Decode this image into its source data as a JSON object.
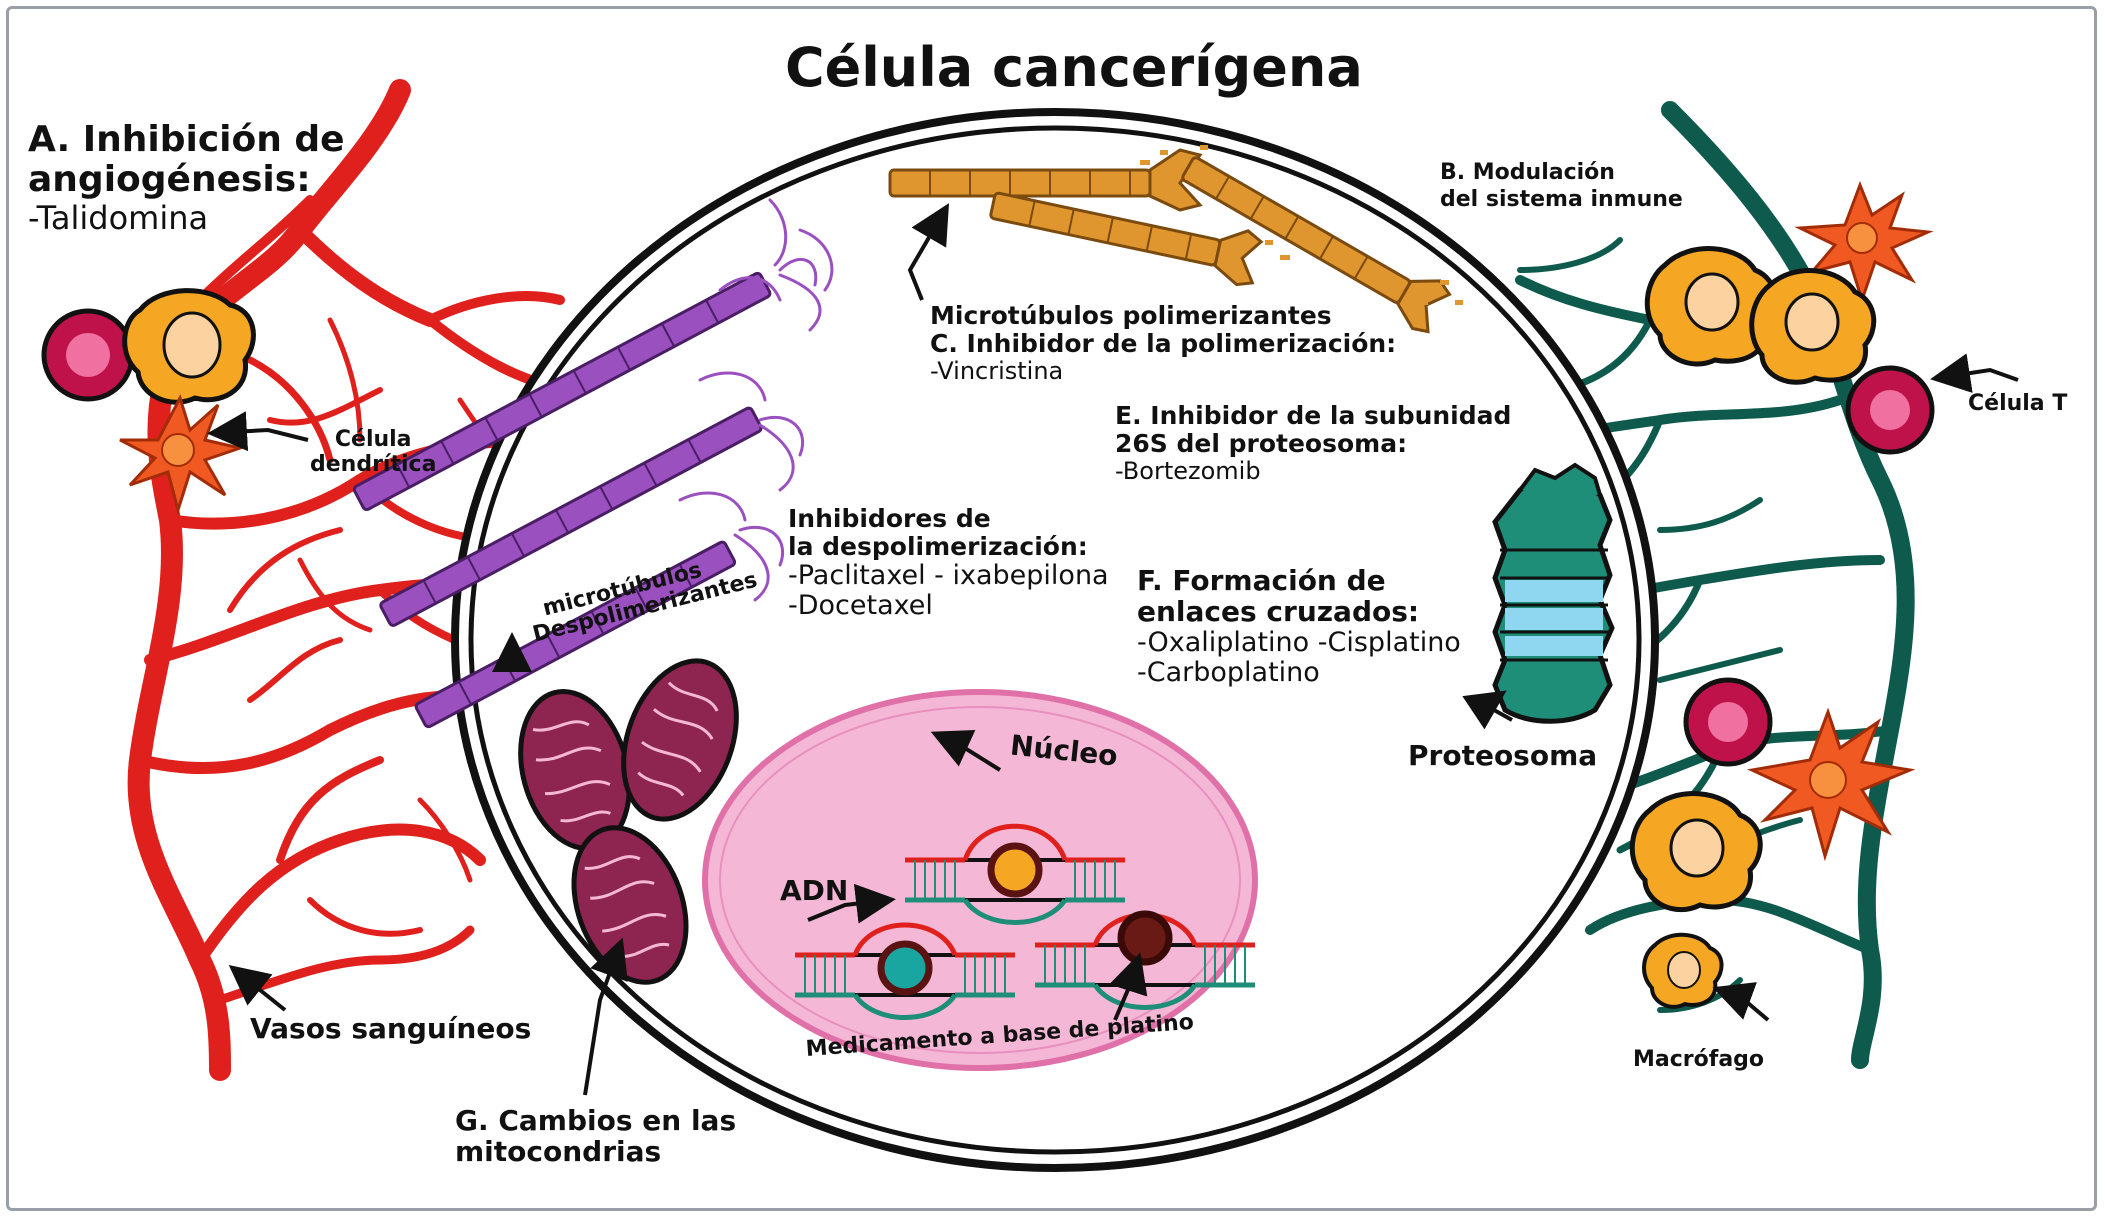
{
  "title": "Célula cancerígena",
  "section_a": {
    "heading_1": "A. Inhibición de",
    "heading_2": "angiogénesis:",
    "drug": "-Talidomina"
  },
  "section_b": {
    "heading_1": "B. Modulación",
    "heading_2": "del sistema inmune"
  },
  "section_c": {
    "label_micro": "Microtúbulos polimerizantes",
    "heading": "C. Inhibidor de la polimerización:",
    "drug": "-Vincristina"
  },
  "section_d": {
    "heading_1": "Inhibidores de",
    "heading_2": "la despolimerización:",
    "drug_1": "-Paclitaxel - ixabepilona",
    "drug_2": "-Docetaxel",
    "label_micro_1": "microtúbulos",
    "label_micro_2": "Despolimerizantes"
  },
  "section_e": {
    "heading_1": "E. Inhibidor de la subunidad",
    "heading_2": "26S del proteosoma:",
    "drug": "-Bortezomib"
  },
  "section_f": {
    "heading_1": "F. Formación de",
    "heading_2": "enlaces cruzados:",
    "drug_1": "-Oxaliplatino -Cisplatino",
    "drug_2": "-Carboplatino"
  },
  "section_g": {
    "heading_1": "G. Cambios en las",
    "heading_2": "mitocondrias"
  },
  "labels": {
    "dendritic_1": "Célula",
    "dendritic_2": "dendrítica",
    "vessels": "Vasos sanguíneos",
    "t_cell": "Célula T",
    "proteasome": "Proteosoma",
    "macrophage": "Macrófago",
    "nucleus": "Núcleo",
    "dna": "ADN",
    "platinum_drug": "Medicamento a base de platino"
  },
  "colors": {
    "vessel_red": "#e0201c",
    "immune_teal": "#0e5a4c",
    "microtubule_purple": "#9b50c0",
    "microtubule_orange": "#e0962e",
    "mitochondria": "#8e2450",
    "nucleus_pink": "#f4b8d6",
    "proteasome_teal": "#1f8e78",
    "macrophage_orange": "#f5a623",
    "t_cell_pink": "#d0245a"
  }
}
